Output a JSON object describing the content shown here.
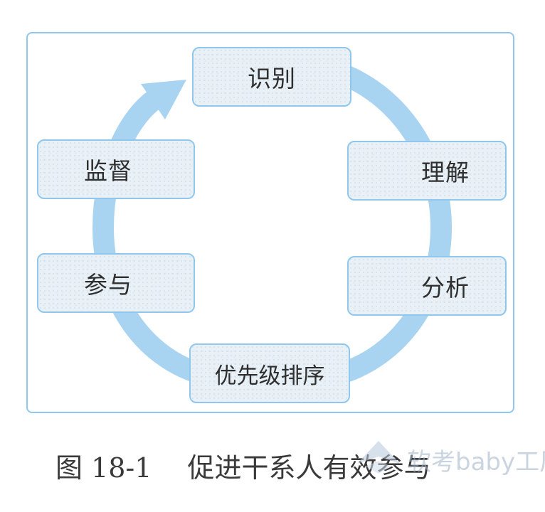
{
  "diagram": {
    "nodes": {
      "identify": "识别",
      "understand": "理解",
      "analyze": "分析",
      "prioritize": "优先级排序",
      "engage": "参与",
      "monitor": "监督"
    },
    "colors": {
      "arrow": "#a9d4f1",
      "border": "#8fc8ec",
      "node_fill": "#e9f1f7",
      "text": "#2f2f2f"
    }
  },
  "caption": {
    "number": "图 18-1",
    "title": "促进干系人有效参与"
  },
  "watermark": {
    "text": "软考baby工厂"
  }
}
